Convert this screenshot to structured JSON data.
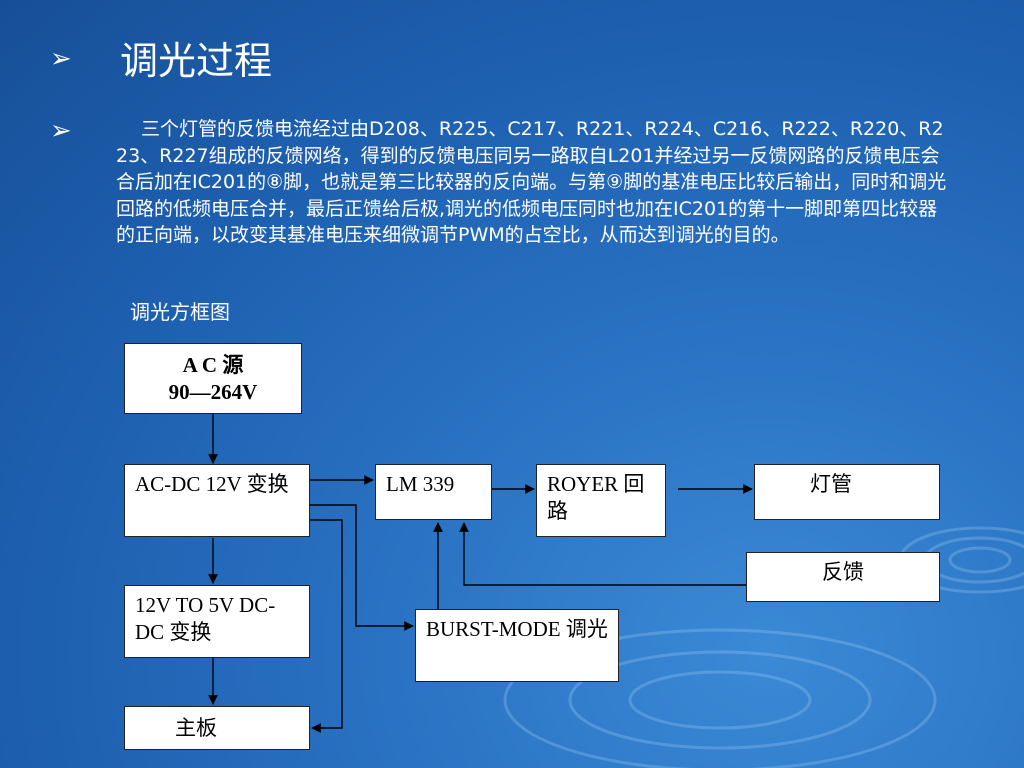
{
  "slide": {
    "title": "调光过程",
    "bullet_glyph": "➢",
    "paragraph": "三个灯管的反馈电流经过由D208、R225、C217、R221、R224、C216、R222、R220、R223、R227组成的反馈网络，得到的反馈电压同另一路取自L201并经过另一反馈网路的反馈电压会合后加在IC201的⑧脚，也就是第三比较器的反向端。与第⑨脚的基准电压比较后输出，同时和调光回路的低频电压合并，最后正馈给后极,调光的低频电压同时也加在IC201的第十一脚即第四比较器的正向端，以改变其基准电压来细微调节PWM的占空比，从而达到调光的目的。",
    "diagram_title": "调光方框图"
  },
  "diagram": {
    "ac_source": {
      "line1": "A C 源",
      "line2": "90—264V"
    },
    "acdc": "AC-DC 12V 变换",
    "lm339": "LM 339",
    "royer": "ROYER 回路",
    "lamp": "灯管",
    "feedback": "反馈",
    "dcdc": "12V  TO 5V DC-DC 变换",
    "burst": "BURST-MODE 调光",
    "mainboard": "主板"
  }
}
